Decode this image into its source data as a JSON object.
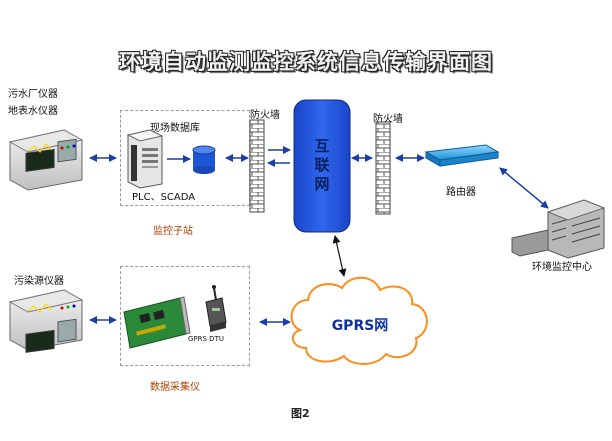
{
  "title": "环境自动监测监控系统信息传输界面图",
  "instruments": {
    "sewage_label_1": "污水厂仪器",
    "sewage_label_2": "地表水仪器",
    "pollution_label": "污染源仪器"
  },
  "substation": {
    "db_label": "现场数据库",
    "plc_label": "PLC、SCADA",
    "caption": "监控子站"
  },
  "firewall_label": "防火墙",
  "internet_label": "互\n联\n网",
  "router_label": "路由器",
  "center_label": "环境监控中心",
  "collector": {
    "dtu_label": "GPRS DTU",
    "caption": "数据采集仪"
  },
  "gprs_label": "GPRS网",
  "figure_caption": "图2",
  "colors": {
    "arrow": "#1a3fa8",
    "internet": "#1f4fd6",
    "cloud": "#ff8c1a",
    "cloud_text": "#1030a0",
    "accent_label": "#b04000"
  }
}
